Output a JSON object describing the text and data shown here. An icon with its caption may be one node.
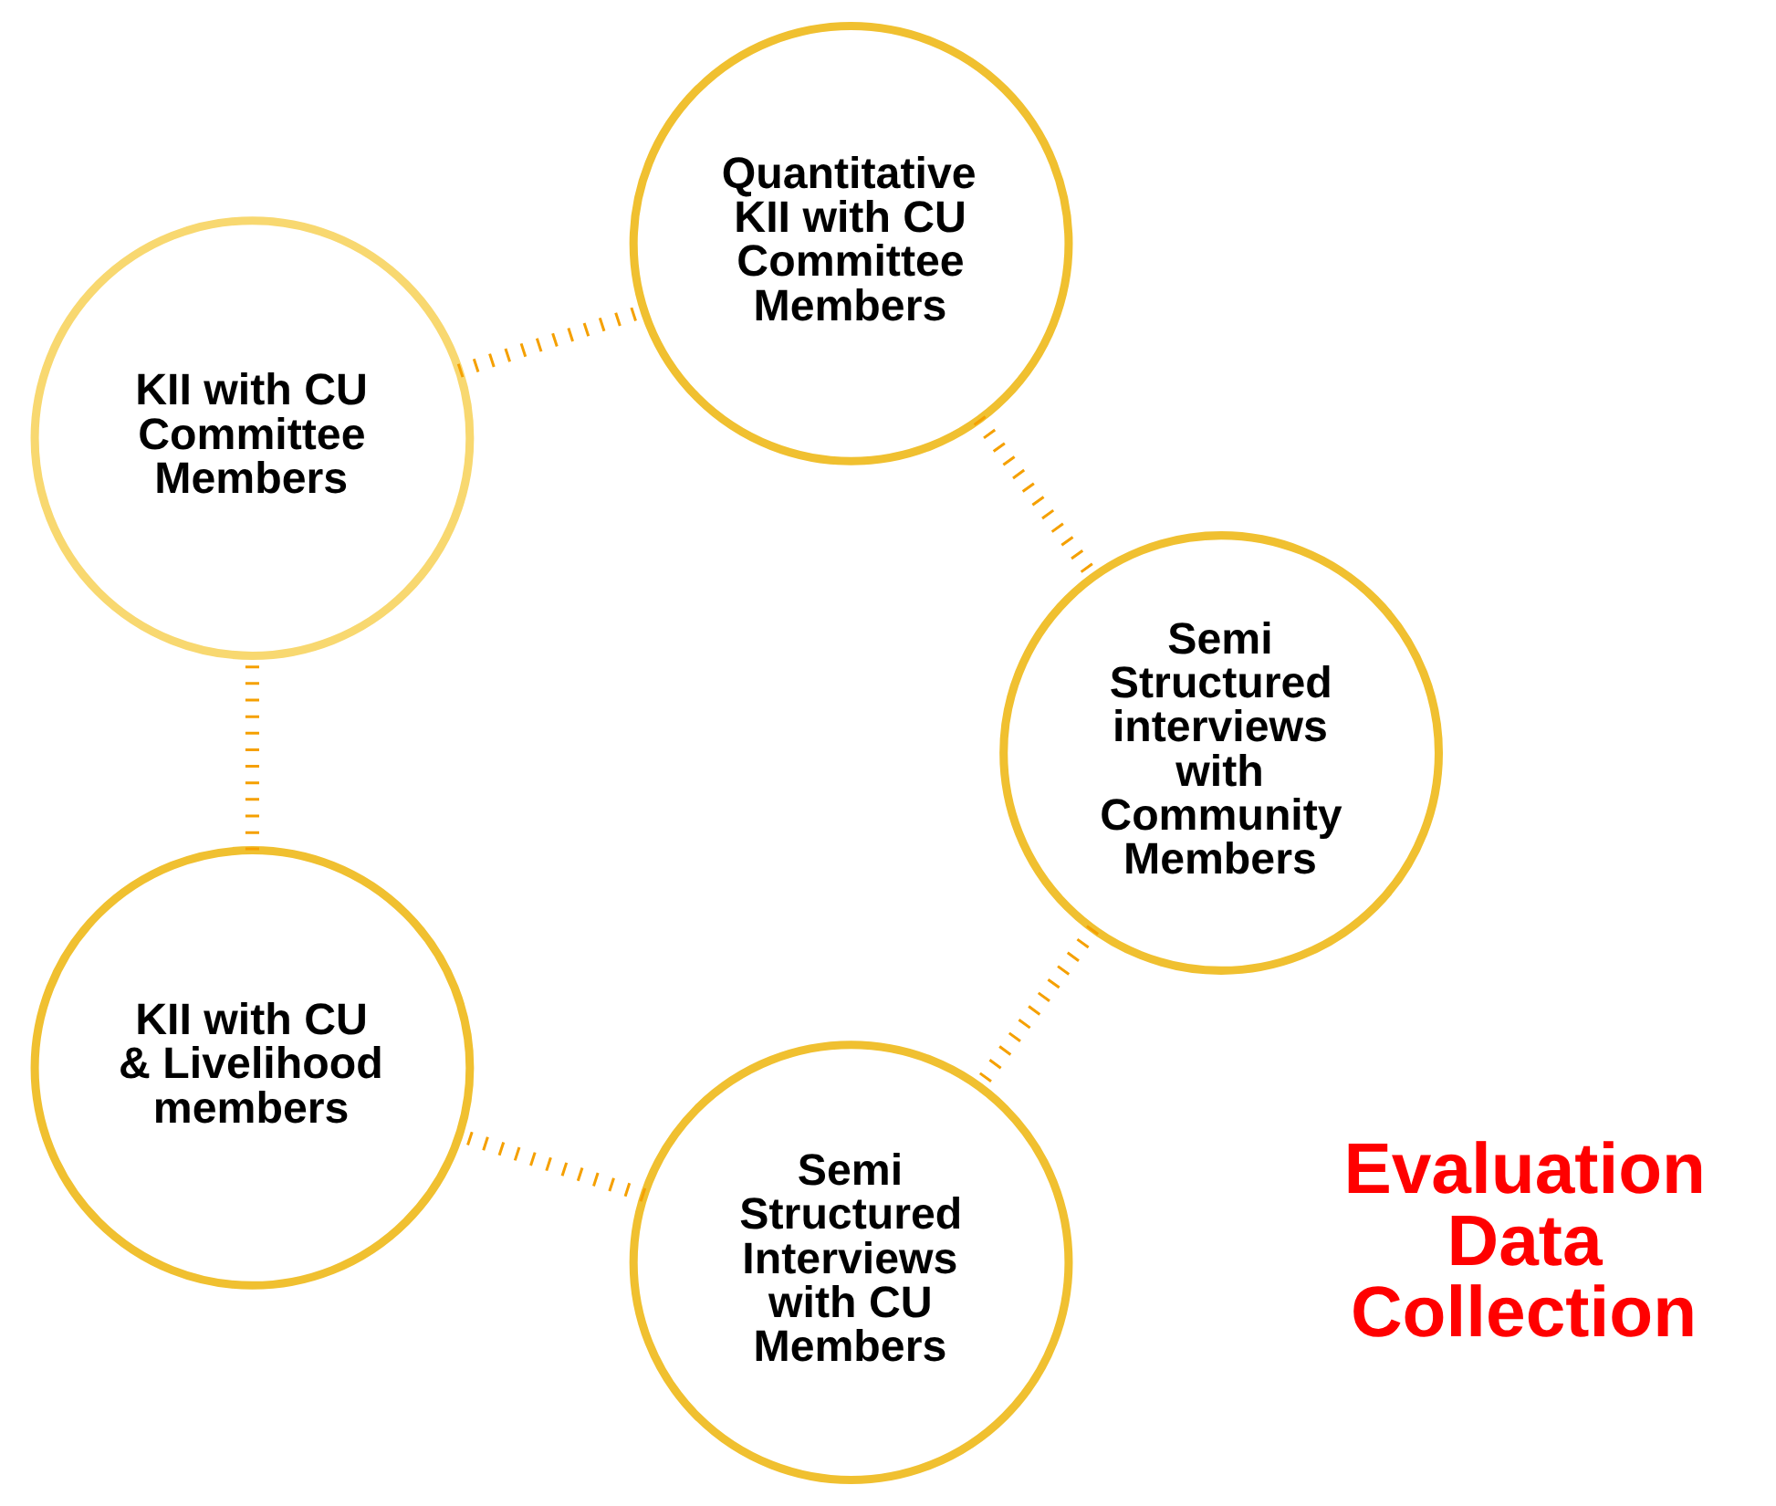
{
  "diagram": {
    "nodes": [
      {
        "text": [
          "Semi Structured Interviews with CU Members"
        ]
      },
      {
        "text": [
          "KII with CU & Livelihood members"
        ]
      },
      {
        "text": [
          "Semi Structured interviews with Community Members"
        ]
      },
      {
        "text": [
          "KII with CU Committee Members"
        ]
      },
      {
        "text": [
          "Quantitative KII with CU Committee Members"
        ]
      }
    ],
    "edges": [
      {
        "from": 0,
        "to": 1,
        "arrow": "none",
        "style": "dashed"
      },
      {
        "from": 1,
        "to": 3,
        "arrow": "none",
        "style": "dashed"
      },
      {
        "from": 3,
        "to": 4,
        "arrow": "none",
        "style": "dashed"
      },
      {
        "from": 4,
        "to": 2,
        "arrow": "none",
        "style": "dashed"
      },
      {
        "from": 2,
        "to": 0,
        "arrow": "none",
        "style": "dashed"
      }
    ],
    "labels": [
      "Evaluation Data Collection"
    ]
  }
}
